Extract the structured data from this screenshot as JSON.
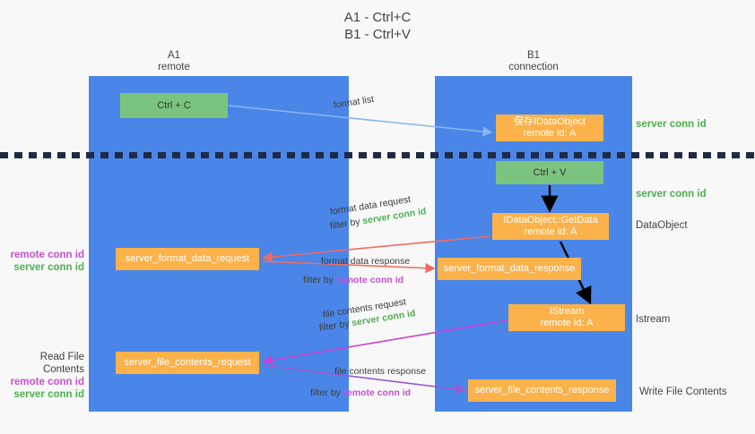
{
  "title": "A1 - Ctrl+C\nB1 - Ctrl+V",
  "lanes": [
    {
      "name": "lane-a",
      "header": "A1\nremote"
    },
    {
      "name": "lane-b",
      "header": "B1\nconnection"
    }
  ],
  "boxes": {
    "ctrl_c": "Ctrl + C",
    "idataobject": "保存IDataObject\nremote id: A",
    "ctrl_v": "Ctrl + V",
    "getdata": "IDataObject::GetData\nremote id: A",
    "server_format_data_request": "server_format_data_request",
    "server_format_data_response": "server_format_data_response",
    "istream": "IStream\nremote id: A",
    "server_file_contents_request": "server_file_contents_request",
    "server_file_contents_response": "server_file_contents_response"
  },
  "right_labels": {
    "conn_id_1": "server conn id",
    "conn_id_2": "server conn id",
    "dataobject": "DataObject",
    "istream": "Istream",
    "write_file_contents": "Write File Contents"
  },
  "left_labels": {
    "group1": {
      "remote": "remote conn id",
      "server": "server conn id"
    },
    "group2": {
      "title": "Read File Contents",
      "remote": "remote conn id",
      "server": "server conn id"
    }
  },
  "edges": {
    "format_list": "format list",
    "format_data_request": "format data request",
    "format_data_request_filter_prefix": "filter by ",
    "format_data_request_filter_value": "server conn id",
    "format_data_response": "format data response",
    "format_data_response_filter_prefix": "filter by ",
    "format_data_response_filter_value": "remote conn id",
    "file_contents_request": "file contents request",
    "file_contents_request_filter_prefix": "filter by ",
    "file_contents_request_filter_value": "server conn id",
    "file_contents_response": "file contents response",
    "file_contents_response_filter_prefix": "filter by ",
    "file_contents_response_filter_value": "remote conn id"
  },
  "colors": {
    "lane": "#4a86e8",
    "green_box": "#7bc47f",
    "orange_box": "#fbb24a",
    "server_conn": "#4caf50",
    "remote_conn": "#c64fd0",
    "arrow_blue": "#86b6ef",
    "arrow_red": "#ef6b5e",
    "arrow_magenta": "#cc3fd0",
    "arrow_purple": "#9b59d0",
    "arrow_black": "#000000",
    "divider": "#1f2a44"
  }
}
